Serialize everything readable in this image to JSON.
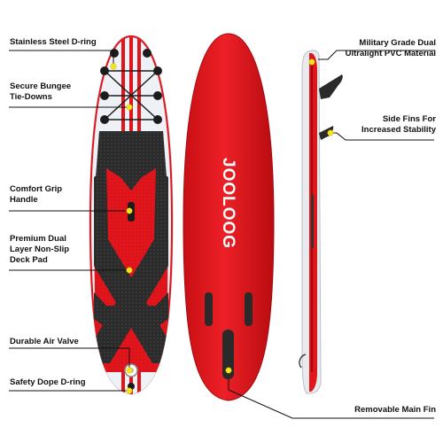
{
  "brand": "JOOLOOG",
  "colors": {
    "accent_red": "#e0161c",
    "deck_black": "#2a2a2a",
    "board_white": "#eef1f5",
    "marker_yellow": "#f6e51b"
  },
  "left_labels": [
    {
      "id": "d-ring",
      "text": "Stainless Steel D-ring"
    },
    {
      "id": "bungee",
      "text": "Secure Bungee\nTie-Downs"
    },
    {
      "id": "handle",
      "text": "Comfort Grip\nHandle"
    },
    {
      "id": "deck-pad",
      "text": "Premium Dual\nLayer Non-Slip\nDeck Pad"
    },
    {
      "id": "air-valve",
      "text": "Durable Air Valve"
    },
    {
      "id": "safety-ring",
      "text": "Safety Dope D-ring"
    }
  ],
  "right_labels": [
    {
      "id": "material",
      "text": "Military Grade Dual\nUltralight PVC Material"
    },
    {
      "id": "side-fins",
      "text": "Side Fins For\nIncreased Stability"
    },
    {
      "id": "main-fin",
      "text": "Removable  Main Fin"
    }
  ]
}
